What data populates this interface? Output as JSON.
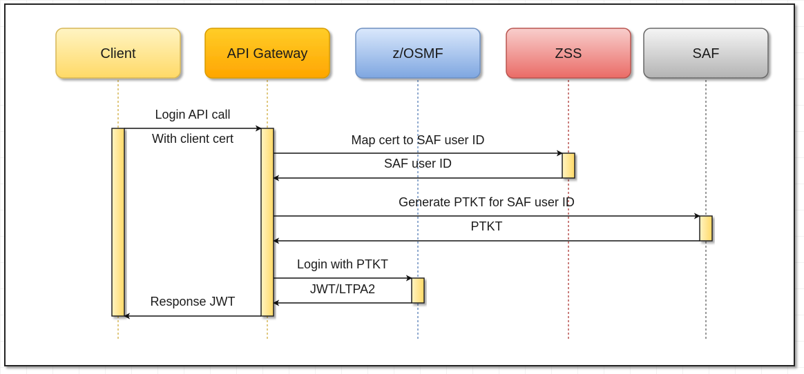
{
  "participants": [
    {
      "id": "client",
      "label": "Client",
      "fill_top": "#fff4c3",
      "fill_bottom": "#ffd966",
      "stroke": "#d6b656",
      "line": "#d6b656"
    },
    {
      "id": "gateway",
      "label": "API Gateway",
      "fill_top": "#ffcd28",
      "fill_bottom": "#ffa500",
      "stroke": "#d79b00",
      "line": "#d6b656"
    },
    {
      "id": "zosmf",
      "label": "z/OSMF",
      "fill_top": "#dae8fc",
      "fill_bottom": "#7ea6e0",
      "stroke": "#6c8ebf",
      "line": "#6c8ebf"
    },
    {
      "id": "zss",
      "label": "ZSS",
      "fill_top": "#f8cecc",
      "fill_bottom": "#ea6b66",
      "stroke": "#b85450",
      "line": "#b85450"
    },
    {
      "id": "saf",
      "label": "SAF",
      "fill_top": "#f5f5f5",
      "fill_bottom": "#b3b3b3",
      "stroke": "#666666",
      "line": "#777777"
    }
  ],
  "messages": [
    {
      "id": "login-api-call",
      "from": "client",
      "to": "gateway",
      "lines": [
        "Login API call",
        "With client cert"
      ],
      "dir": "forward"
    },
    {
      "id": "map-cert",
      "from": "gateway",
      "to": "zss",
      "lines": [
        "Map cert to SAF user ID"
      ],
      "dir": "forward"
    },
    {
      "id": "saf-user-id",
      "from": "zss",
      "to": "gateway",
      "lines": [
        "SAF user ID"
      ],
      "dir": "return"
    },
    {
      "id": "generate-ptkt",
      "from": "gateway",
      "to": "saf",
      "lines": [
        "Generate PTKT for SAF user ID"
      ],
      "dir": "forward"
    },
    {
      "id": "ptkt",
      "from": "saf",
      "to": "gateway",
      "lines": [
        "PTKT"
      ],
      "dir": "return"
    },
    {
      "id": "login-with-ptkt",
      "from": "gateway",
      "to": "zosmf",
      "lines": [
        "Login with PTKT"
      ],
      "dir": "forward"
    },
    {
      "id": "jwt-ltpa2",
      "from": "zosmf",
      "to": "gateway",
      "lines": [
        "JWT/LTPA2"
      ],
      "dir": "return"
    },
    {
      "id": "response-jwt",
      "from": "gateway",
      "to": "client",
      "lines": [
        "Response JWT"
      ],
      "dir": "return"
    }
  ],
  "colors": {
    "activation_fill_top": "#fff4c3",
    "activation_fill_bottom": "#ffd966",
    "activation_stroke": "#222222",
    "arrow": "#111111",
    "frame": "#222222"
  }
}
